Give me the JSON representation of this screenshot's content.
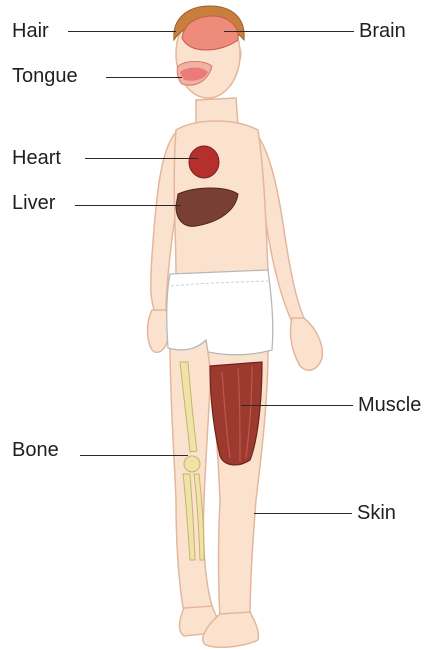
{
  "labels": {
    "hair": "Hair",
    "brain": "Brain",
    "tongue": "Tongue",
    "heart": "Heart",
    "liver": "Liver",
    "muscle": "Muscle",
    "bone": "Bone",
    "skin": "Skin"
  },
  "colors": {
    "skin": "#fbe2cf",
    "skin_outline": "#e4b79c",
    "hair": "#c87f3e",
    "brain": "#ee8b7a",
    "tongue": "#ea7b76",
    "heart": "#b4302c",
    "liver": "#7a3f34",
    "muscle": "#9d3a30",
    "bone": "#efe3a9",
    "briefs": "#ffffff",
    "leader_line": "#2a2a2a",
    "text": "#1f1f1f"
  }
}
